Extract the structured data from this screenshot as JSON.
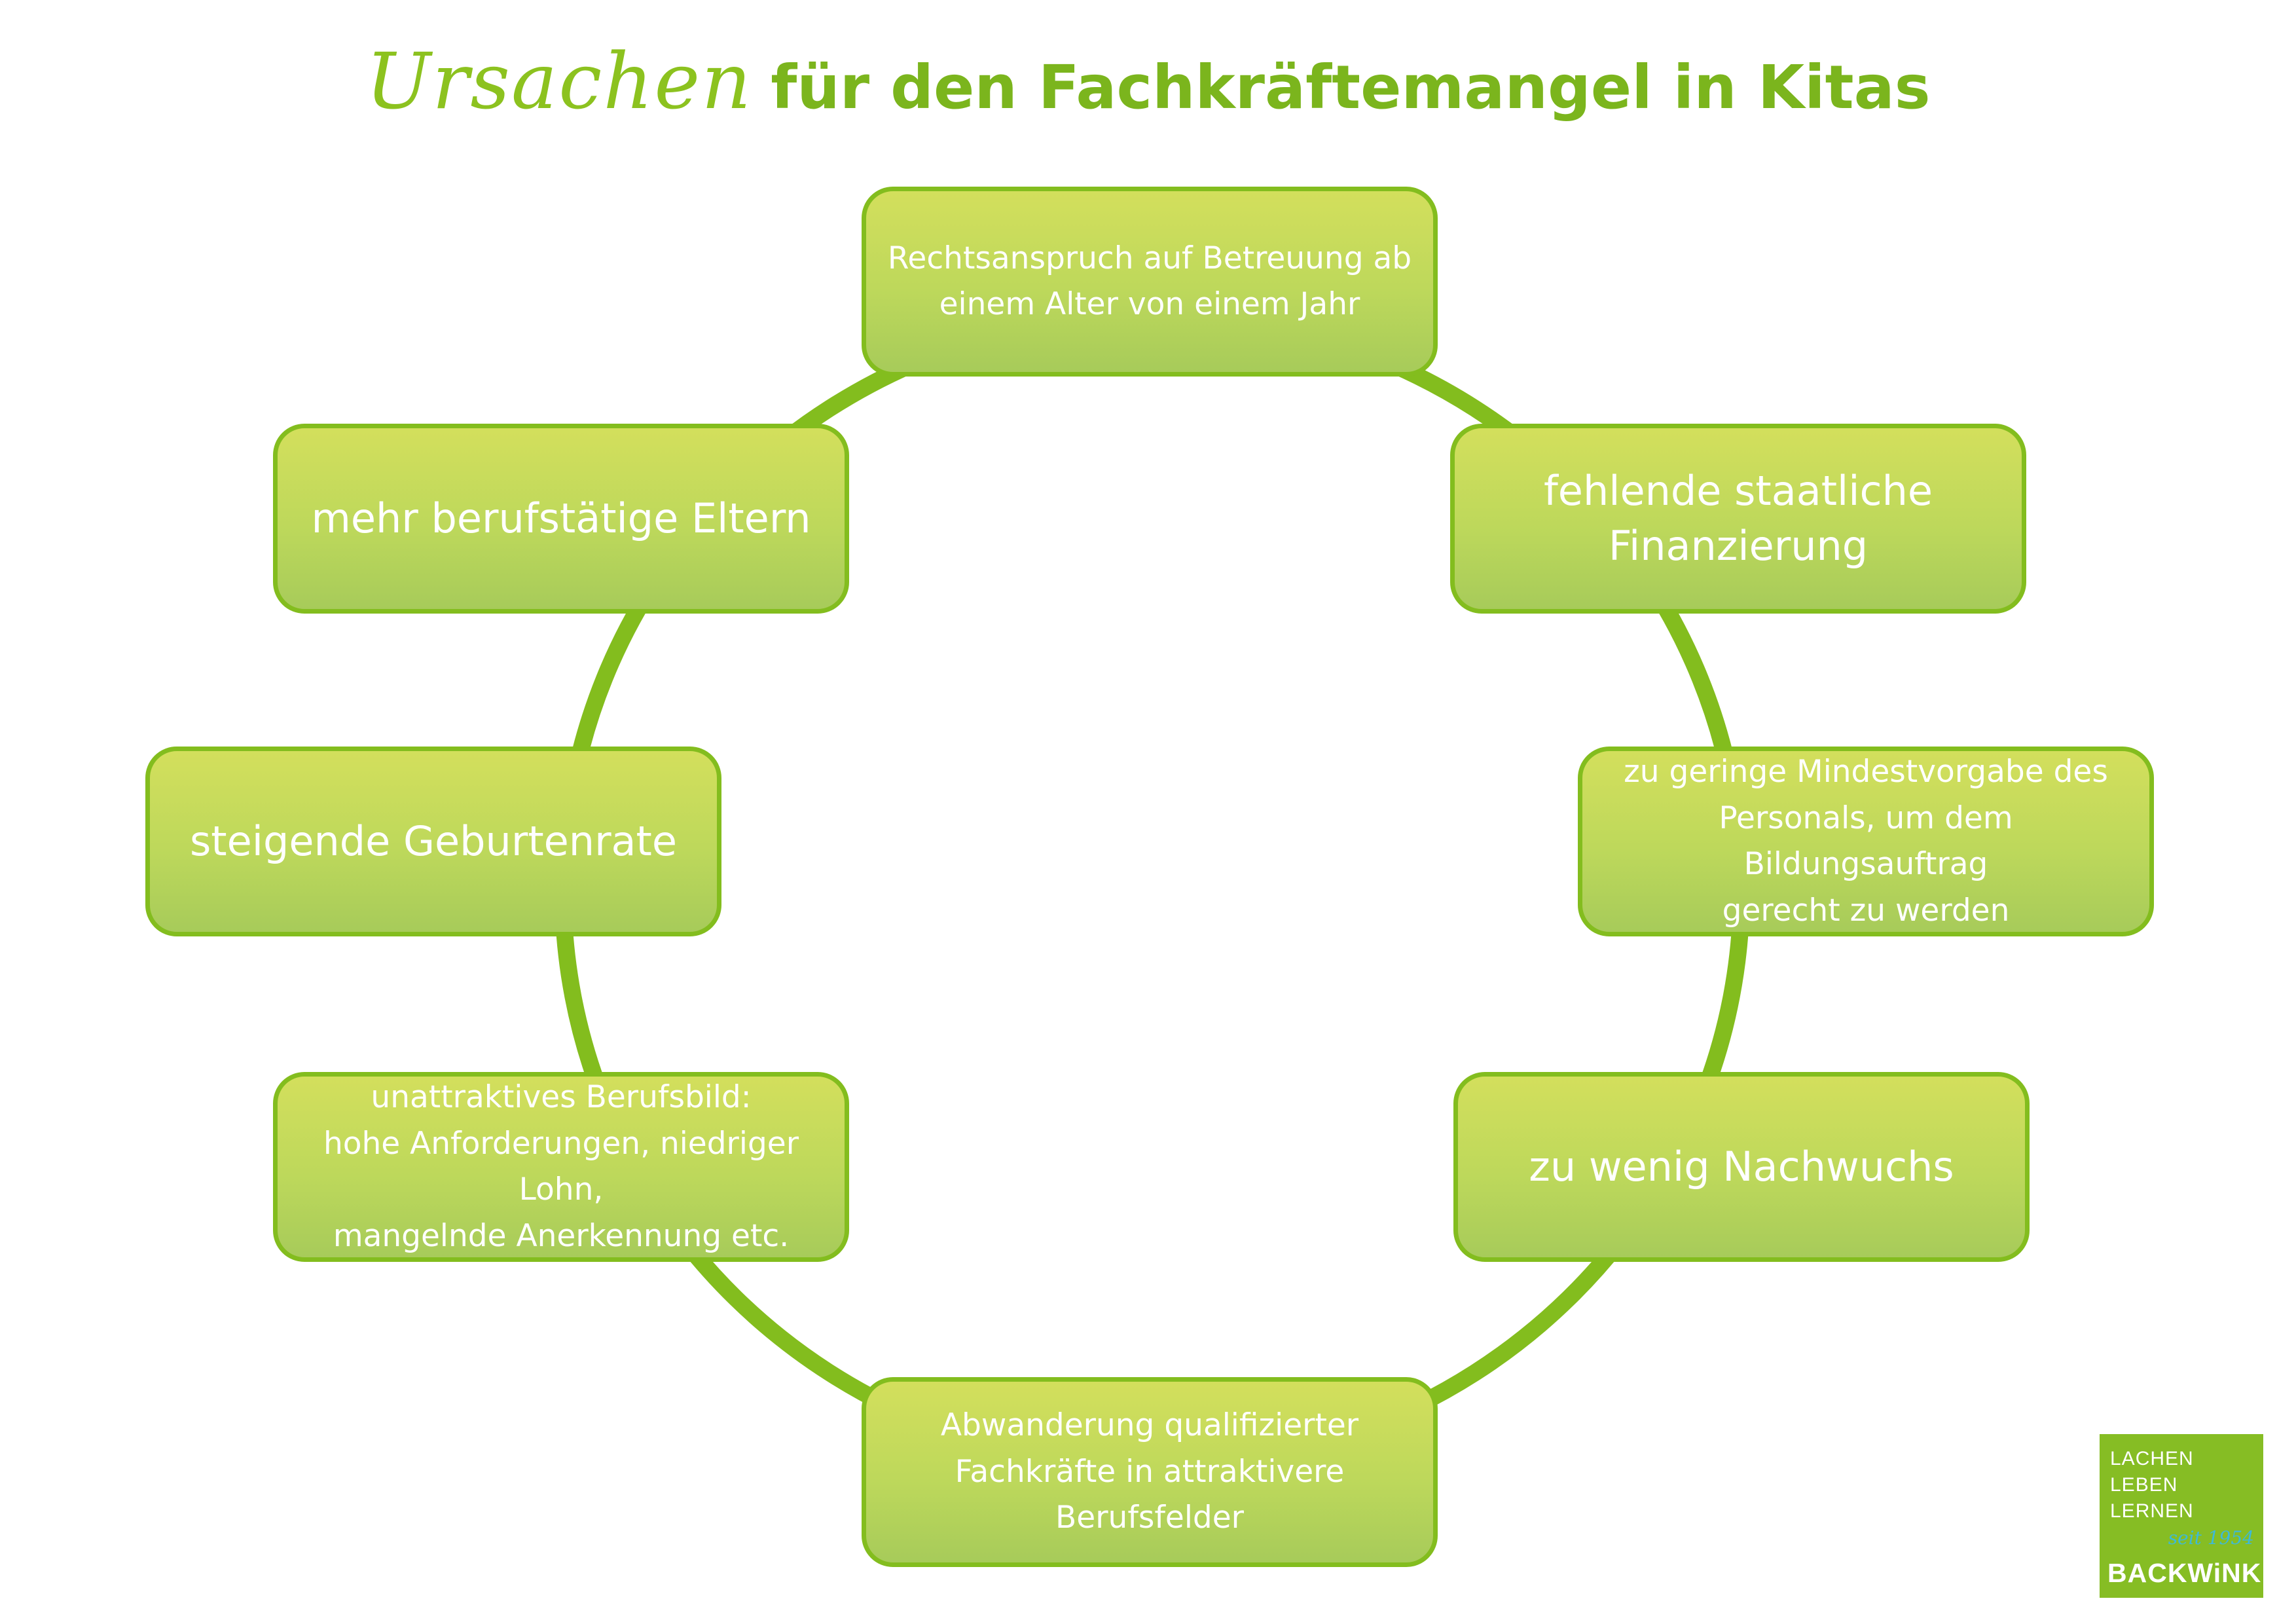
{
  "title": {
    "script_part": "Ursachen",
    "rest": "für den Fachkräftemangel in Kitas"
  },
  "colors": {
    "ring": "#83bd1e",
    "box_border": "#83bd1e",
    "box_fill_top": "#d3df5c",
    "box_fill_bottom": "#a7cb5a",
    "title": "#8cc21f",
    "logo_bg": "#86bd24",
    "logo_accent": "#3db9d8"
  },
  "causes": [
    "Rechtsanspruch auf Betreuung ab\neinem Alter von einem Jahr",
    "fehlende staatliche\nFinanzierung",
    "zu geringe Mindestvorgabe des\nPersonals, um dem Bildungsauftrag\ngerecht zu werden",
    "zu wenig Nachwuchs",
    "Abwanderung qualifizierter\nFachkräfte in attraktivere\nBerufsfelder",
    "unattraktives Berufsbild:\nhohe Anforderungen, niedriger Lohn,\nmangelnde Anerkennung etc.",
    "steigende Geburtenrate",
    "mehr berufstätige Eltern"
  ],
  "logo": {
    "line1": "LACHEN",
    "line2": "LEBEN",
    "line3": "LERNEN",
    "since": "seit 1954",
    "brand": "BACKWiNKEL"
  }
}
